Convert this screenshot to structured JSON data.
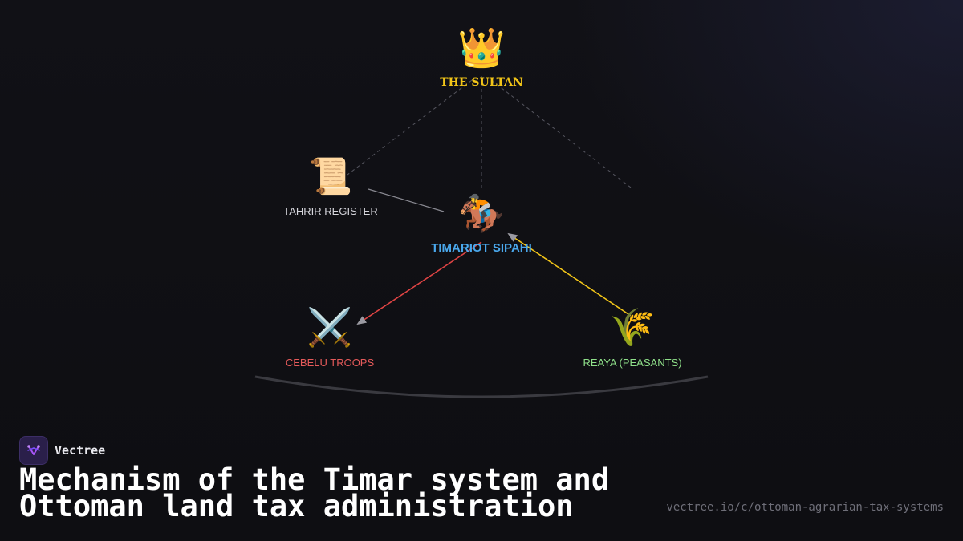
{
  "diagram": {
    "nodes": {
      "sultan": {
        "label": "THE SULTAN",
        "icon": "crown-icon",
        "glyph": "👑",
        "color": "#f2c518"
      },
      "tahrir": {
        "label": "TAHRIR REGISTER",
        "icon": "scroll-icon",
        "glyph": "📜",
        "color": "#d6d6dc"
      },
      "sipahi": {
        "label": "TIMARIOT SIPAHI",
        "icon": "horse-rider-icon",
        "glyph": "🏇",
        "color": "#4aa8ec"
      },
      "cebelu": {
        "label": "CEBELU TROOPS",
        "icon": "crossed-swords-icon",
        "glyph": "⚔️",
        "color": "#e55a5a"
      },
      "reaya": {
        "label": "REAYA (PEASANTS)",
        "icon": "wheat-icon",
        "glyph": "🌾",
        "color": "#8fe08a"
      }
    },
    "edges": [
      {
        "from": "sultan",
        "to": "tahrir",
        "style": "dashed",
        "color": "#555560"
      },
      {
        "from": "sultan",
        "to": "sipahi",
        "style": "dashed",
        "color": "#555560"
      },
      {
        "from": "sultan",
        "to": "right",
        "style": "dashed",
        "color": "#555560"
      },
      {
        "from": "tahrir",
        "to": "sipahi",
        "style": "solid",
        "color": "#8a8a92"
      },
      {
        "from": "sipahi",
        "to": "cebelu",
        "style": "arrow",
        "color": "#e04444"
      },
      {
        "from": "reaya",
        "to": "sipahi",
        "style": "arrow",
        "color": "#f2c518"
      }
    ]
  },
  "brand": {
    "name": "Vectree",
    "icon": "vectree-logo-icon",
    "accent": "#a855f7"
  },
  "title": {
    "line1": "Mechanism of the Timar system and",
    "line2": "Ottoman land tax administration"
  },
  "url": "vectree.io/c/ottoman-agrarian-tax-systems"
}
